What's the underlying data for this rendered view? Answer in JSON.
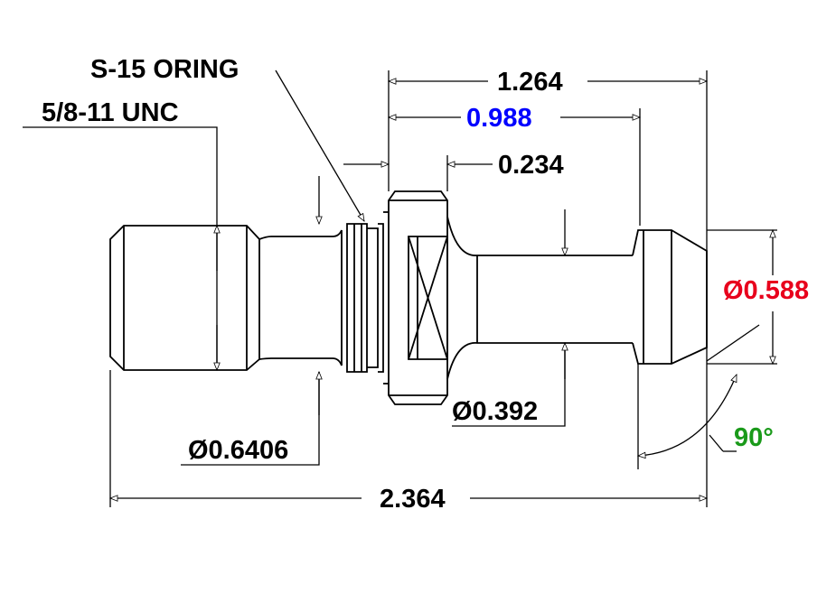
{
  "drawing": {
    "labels": {
      "oring": "S-15 ORING",
      "thread": "5/8-11 UNC",
      "overall_length": "2.364",
      "dim_1264": "1.264",
      "dim_0988": "0.988",
      "dim_0234": "0.234",
      "dia_0588": "Ø0.588",
      "dia_0392": "Ø0.392",
      "dia_06406": "Ø0.6406",
      "angle": "90°"
    },
    "colors": {
      "default": "#000000",
      "dim_0988": "#0000ff",
      "dia_0588": "#e8001c",
      "angle": "#1a9a1a"
    }
  }
}
